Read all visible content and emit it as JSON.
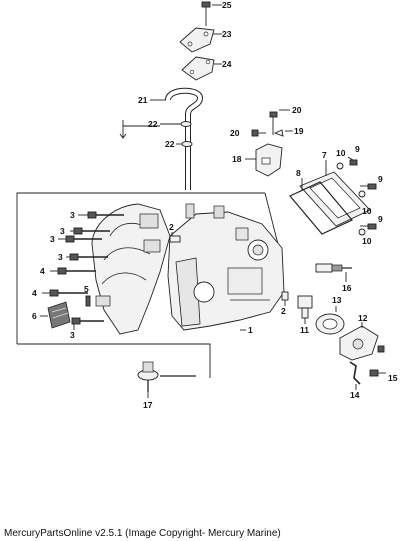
{
  "diagram": {
    "callouts": [
      {
        "id": "c25",
        "text": "25"
      },
      {
        "id": "c23",
        "text": "23"
      },
      {
        "id": "c24",
        "text": "24"
      },
      {
        "id": "c21",
        "text": "21"
      },
      {
        "id": "c22a",
        "text": "22"
      },
      {
        "id": "c22b",
        "text": "22"
      },
      {
        "id": "c20a",
        "text": "20"
      },
      {
        "id": "c20b",
        "text": "20"
      },
      {
        "id": "c19",
        "text": "19"
      },
      {
        "id": "c18",
        "text": "18"
      },
      {
        "id": "c7",
        "text": "7"
      },
      {
        "id": "c10a",
        "text": "10"
      },
      {
        "id": "c9a",
        "text": "9"
      },
      {
        "id": "c9b",
        "text": "9"
      },
      {
        "id": "c9c",
        "text": "9"
      },
      {
        "id": "c8",
        "text": "8"
      },
      {
        "id": "c10b",
        "text": "10"
      },
      {
        "id": "c10c",
        "text": "10"
      },
      {
        "id": "c3a",
        "text": "3"
      },
      {
        "id": "c3b",
        "text": "3"
      },
      {
        "id": "c3c",
        "text": "3"
      },
      {
        "id": "c3d",
        "text": "3"
      },
      {
        "id": "c3e",
        "text": "3"
      },
      {
        "id": "c2a",
        "text": "2"
      },
      {
        "id": "c2b",
        "text": "2"
      },
      {
        "id": "c4a",
        "text": "4"
      },
      {
        "id": "c4b",
        "text": "4"
      },
      {
        "id": "c5",
        "text": "5"
      },
      {
        "id": "c6",
        "text": "6"
      },
      {
        "id": "c1",
        "text": "1"
      },
      {
        "id": "c16",
        "text": "16"
      },
      {
        "id": "c13",
        "text": "13"
      },
      {
        "id": "c12",
        "text": "12"
      },
      {
        "id": "c11",
        "text": "11"
      },
      {
        "id": "c15",
        "text": "15"
      },
      {
        "id": "c14",
        "text": "14"
      },
      {
        "id": "c17",
        "text": "17"
      }
    ]
  },
  "caption": "MercuryPartsOnline v2.5.1 (Image Copyright- Mercury Marine)"
}
